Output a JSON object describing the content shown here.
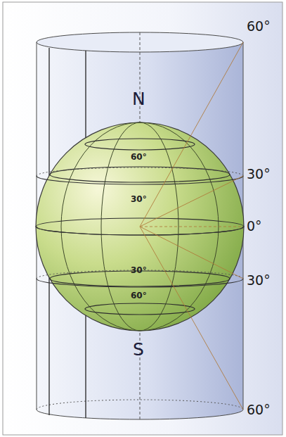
{
  "diagram": {
    "labels": [
      "60°",
      "N",
      "60°",
      "30°",
      "30°",
      "0°",
      "30°",
      "30°",
      "60°",
      "S",
      "60°"
    ]
  }
}
